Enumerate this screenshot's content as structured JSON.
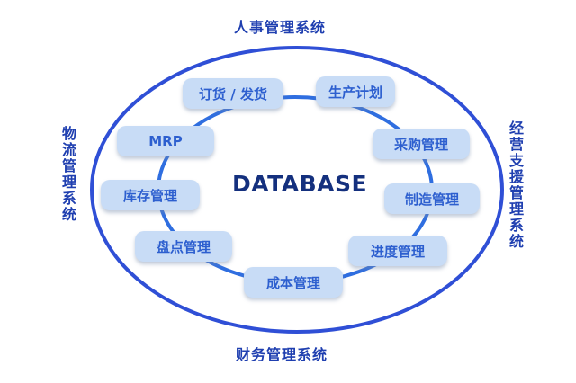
{
  "center_label": "DATABASE",
  "outer_systems": {
    "top": "人事管理系统",
    "bottom": "财务管理系统",
    "left": "物流管理系统",
    "right": "经营支援管理系统"
  },
  "modules": [
    "订货 / 发货",
    "生产计划",
    "采购管理",
    "制造管理",
    "进度管理",
    "成本管理",
    "盘点管理",
    "库存管理",
    "MRP"
  ],
  "colors": {
    "outer_ring": "#2f4fd6",
    "inner_ring": "#2f6ee0",
    "module_fill": "#c8dcf6",
    "module_text": "#2d5fcf",
    "system_text": "#1f3fb0",
    "center_text": "#14307e"
  }
}
